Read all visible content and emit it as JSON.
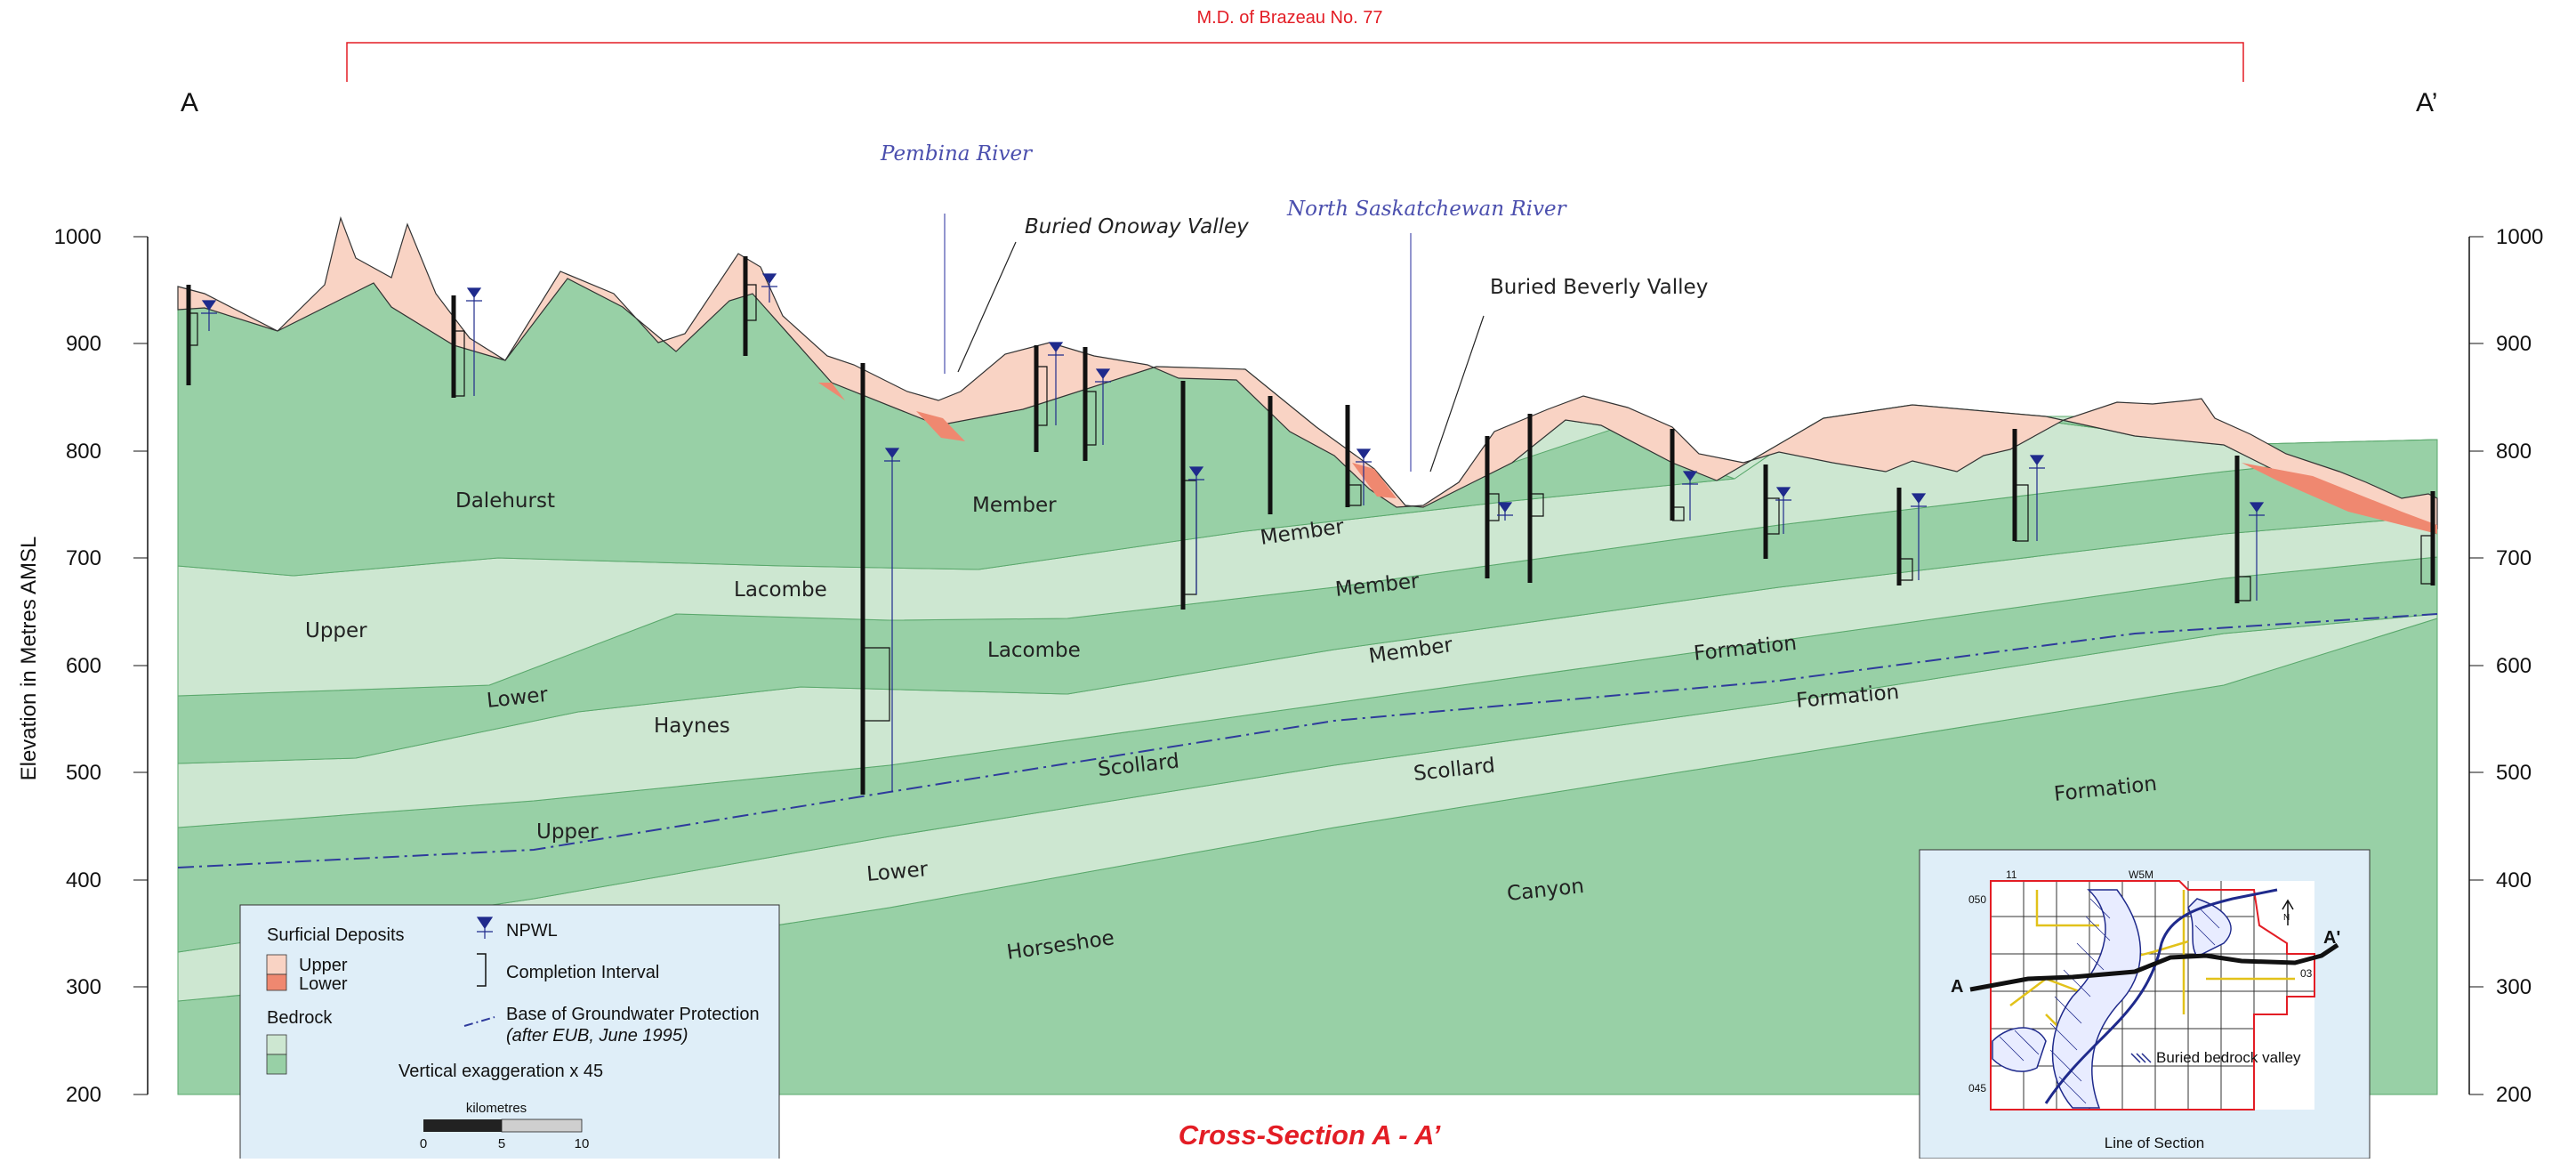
{
  "header": {
    "district": "M.D. of Brazeau No. 77",
    "end_left": "A",
    "end_right": "A’"
  },
  "axis": {
    "label": "Elevation in Metres AMSL",
    "ticks": [
      "1000",
      "900",
      "800",
      "700",
      "600",
      "500",
      "400",
      "300",
      "200"
    ]
  },
  "rivers": {
    "pembina": "Pembina River",
    "north_sask": "North Saskatchewan River"
  },
  "valleys": {
    "onoway": "Buried Onoway  Valley",
    "beverly": "Buried Beverly  Valley"
  },
  "units": {
    "dalehurst": "Dalehurst",
    "member_1": "Member",
    "member_2": "Member",
    "member_3": "Member",
    "member_4": "Member",
    "upper_1": "Upper",
    "lacombe_1": "Lacombe",
    "lacombe_2": "Lacombe",
    "lower_1": "Lower",
    "haynes": "Haynes",
    "formation_1": "Formation",
    "formation_2": "Formation",
    "formation_3": "Formation",
    "scollard_1": "Scollard",
    "scollard_2": "Scollard",
    "upper_2": "Upper",
    "lower_2": "Lower",
    "canyon": "Canyon",
    "horseshoe": "Horseshoe"
  },
  "legend": {
    "surficial": "Surficial Deposits",
    "upper": "Upper",
    "lower": "Lower",
    "bedrock": "Bedrock",
    "npwl": "NPWL",
    "completion": "Completion Interval",
    "bgp": "Base of Groundwater Protection",
    "bgp_note": "(after EUB, June 1995)",
    "vert_ex": "Vertical exaggeration x 45",
    "scale_title": "kilometres",
    "scale_0": "0",
    "scale_5": "5",
    "scale_10": "10"
  },
  "inset": {
    "township_top": "11",
    "meridian": "W5M",
    "label_050": "050",
    "label_045": "045",
    "label_03": "03",
    "point_a": "A",
    "point_a2": "A'",
    "north": "N",
    "valley_label": "Buried bedrock valley",
    "caption": "Line of Section"
  },
  "caption": "Cross-Section A - A’",
  "colors": {
    "upper_surficial": "#f9d3c4",
    "lower_surficial": "#ef8870",
    "bedrock_dark": "#98d0a6",
    "bedrock_light": "#cde7d1",
    "legend_bg": "#dfeef8",
    "river_text": "#4b4fae",
    "title_red": "#e31d25",
    "npwl_blue": "#1f2a8c"
  }
}
